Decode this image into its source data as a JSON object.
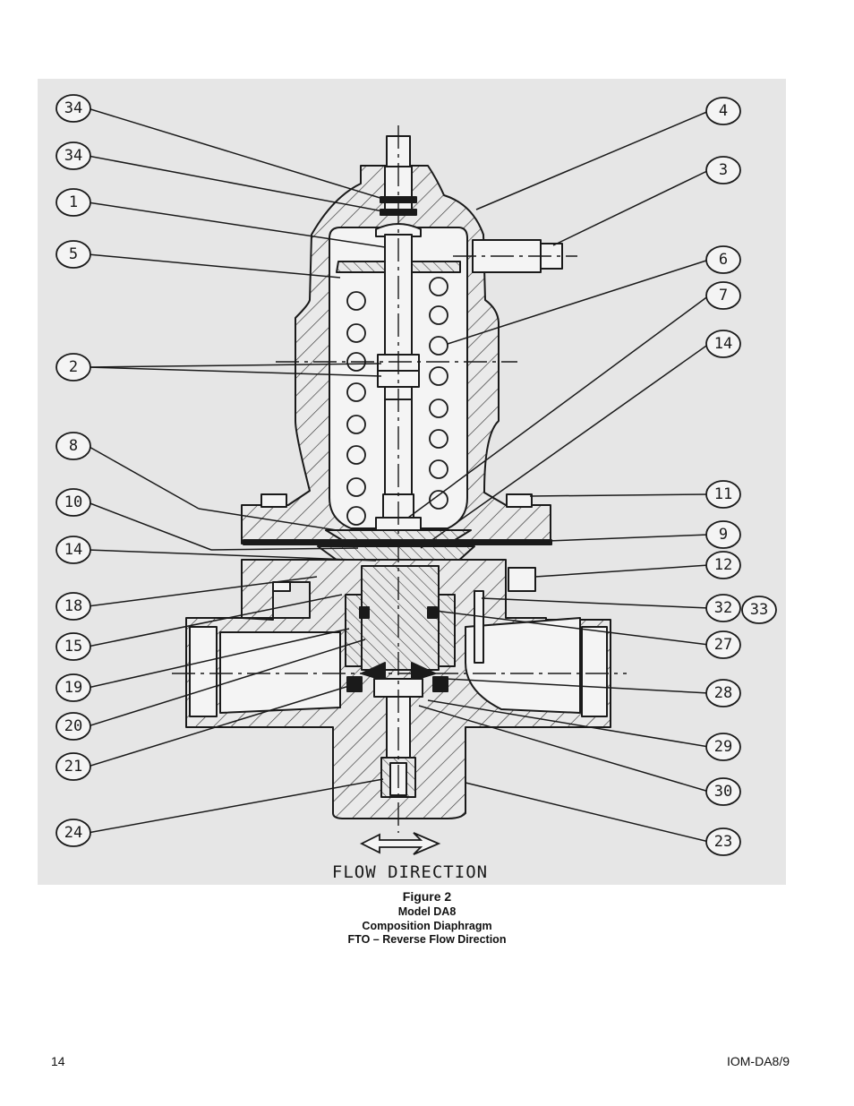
{
  "callouts": [
    "34",
    "34",
    "1",
    "5",
    "2",
    "8",
    "10",
    "14",
    "18",
    "15",
    "19",
    "20",
    "21",
    "24",
    "4",
    "3",
    "6",
    "7",
    "14",
    "11",
    "9",
    "12",
    "32",
    "33",
    "27",
    "28",
    "29",
    "30",
    "23"
  ],
  "flow_label": "FLOW DIRECTION",
  "caption": {
    "title": "Figure 2",
    "line1": "Model DA8",
    "line2": "Composition Diaphragm",
    "line3": "FTO – Reverse Flow Direction"
  },
  "footer": {
    "page_number": "14",
    "doc_id": "IOM-DA8/9"
  }
}
